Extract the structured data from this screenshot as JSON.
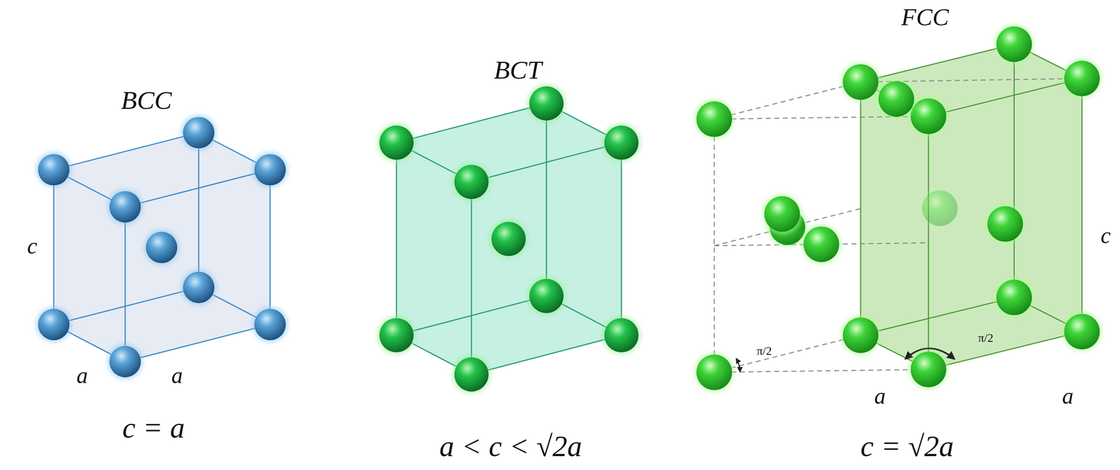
{
  "diagram": {
    "labels": [
      "BCC",
      "BCT",
      "FCC",
      "c",
      "a",
      "a",
      "c = a",
      "a < c < √2a",
      "π/2",
      "π/2",
      "a",
      "a",
      "c",
      "c = √2a"
    ]
  }
}
